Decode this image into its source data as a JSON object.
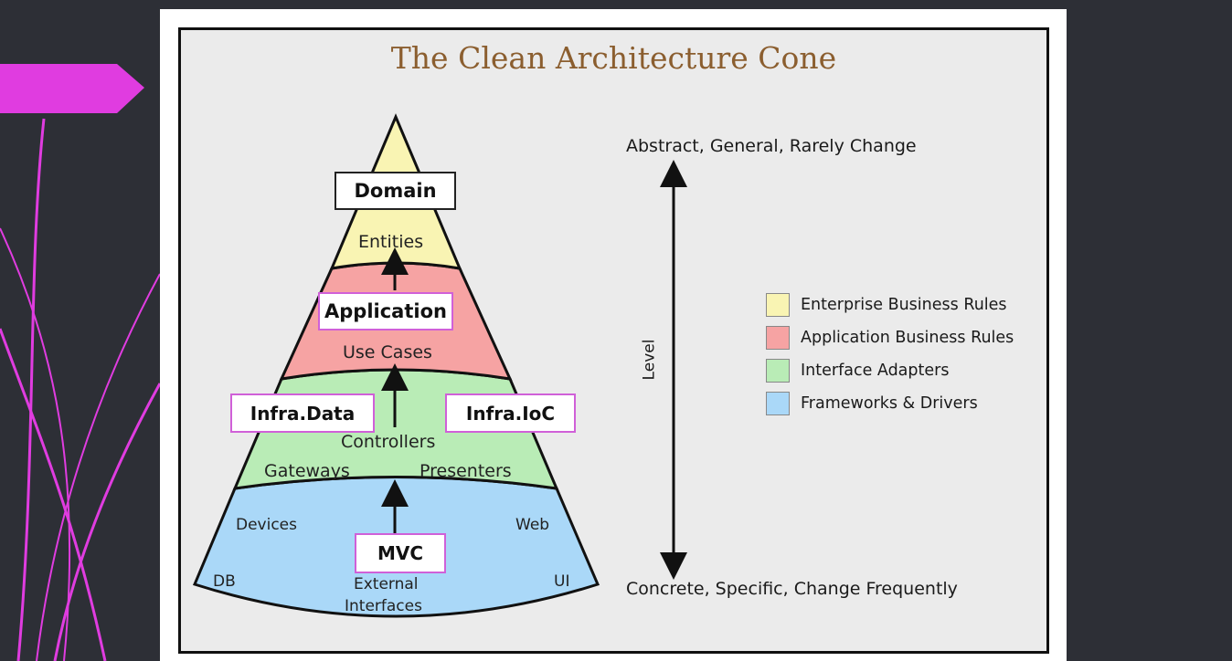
{
  "title": "The Clean Architecture Cone",
  "levels": {
    "top": "Abstract, General, Rarely Change",
    "bottom": "Concrete, Specific, Change Frequently",
    "axis_label": "Level"
  },
  "layers": {
    "entities": {
      "color": "#f9f4b3",
      "label": "Entities",
      "box": "Domain"
    },
    "use_cases": {
      "color": "#f6a3a3",
      "label": "Use Cases",
      "box": "Application"
    },
    "adapters": {
      "color": "#b9ecb6",
      "controllers": "Controllers",
      "gateways": "Gateways",
      "presenters": "Presenters",
      "box_left": "Infra.Data",
      "box_right": "Infra.IoC"
    },
    "frameworks": {
      "color": "#aad8f8",
      "devices": "Devices",
      "web": "Web",
      "db": "DB",
      "ui": "UI",
      "external_1": "External",
      "external_2": "Interfaces",
      "box": "MVC"
    }
  },
  "legend": [
    {
      "label": "Enterprise Business Rules",
      "color": "#f9f4b3"
    },
    {
      "label": "Application Business Rules",
      "color": "#f6a3a3"
    },
    {
      "label": "Interface Adapters",
      "color": "#b9ecb6"
    },
    {
      "label": "Frameworks & Drivers",
      "color": "#aad8f8"
    }
  ],
  "colors": {
    "box_border_black": "#222222",
    "box_border_accent": "#d060d8",
    "decor_accent": "#e03ce0"
  }
}
